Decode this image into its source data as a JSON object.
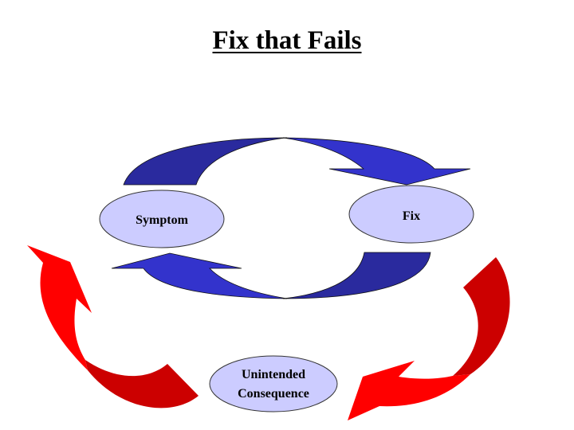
{
  "title": "Fix that Fails",
  "colors": {
    "node_fill": "#ccccff",
    "node_stroke": "#333333",
    "blue_dark": "#2a2a9e",
    "blue_light": "#3333cc",
    "red_dark": "#cc0000",
    "red_light": "#ff0000"
  },
  "nodes": {
    "symptom": {
      "label": "Symptom"
    },
    "fix": {
      "label": "Fix"
    },
    "consequence": {
      "line1": "Unintended",
      "line2": "Consequence"
    }
  },
  "loops": [
    {
      "name": "balancing-loop",
      "from": "Symptom",
      "to": "Fix",
      "color": "blue"
    },
    {
      "name": "balancing-loop-return",
      "from": "Fix",
      "to": "Symptom",
      "color": "blue"
    },
    {
      "name": "reinforcing-loop",
      "from": "Fix",
      "to": "Unintended Consequence",
      "color": "red"
    },
    {
      "name": "reinforcing-loop-return",
      "from": "Unintended Consequence",
      "to": "Symptom",
      "color": "red"
    }
  ]
}
